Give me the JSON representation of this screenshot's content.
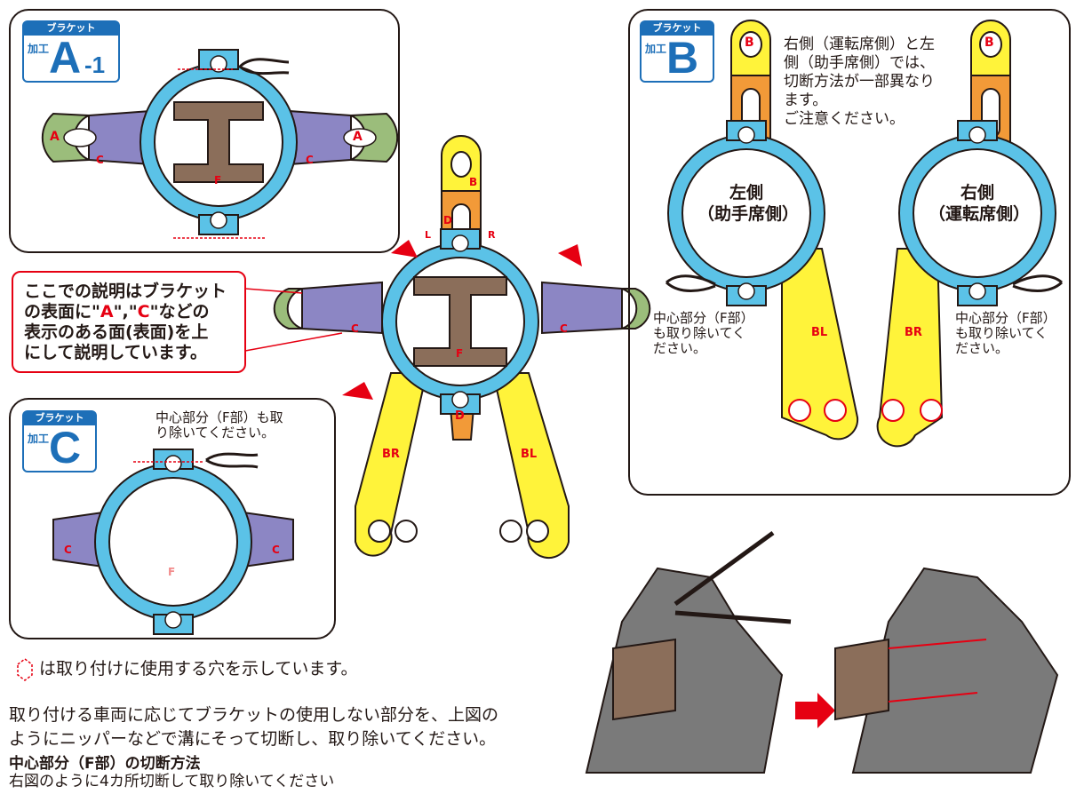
{
  "panel_a1": {
    "tag_header": "ブラケット",
    "tag_kako": "加工",
    "tag_letter": "A",
    "tag_sub": "-1"
  },
  "panel_b": {
    "tag_header": "ブラケット",
    "tag_kako": "加工",
    "tag_letter": "B",
    "note_lines": [
      "右側（運転席側）と左",
      "側（助手席側）では、",
      "切断方法が一部異なり",
      "ます。",
      "ご注意ください。"
    ],
    "left_label": [
      "左側",
      "（助手席側）"
    ],
    "right_label": [
      "右側",
      "（運転席側）"
    ],
    "left_center_note": [
      "中心部分（F部）",
      "も取り除いてく",
      "ださい。"
    ],
    "right_center_note": [
      "中心部分（F部）",
      "も取り除いてく",
      "ださい。"
    ]
  },
  "panel_c": {
    "tag_header": "ブラケット",
    "tag_kako": "加工",
    "tag_letter": "C",
    "note_lines": [
      "中心部分（F部）も取",
      "り除いてください。"
    ]
  },
  "callout": {
    "line1": "ここでの説明はブラケット",
    "line2a": "の表面に\"",
    "line2b": "A",
    "line2c": "\",\"",
    "line2d": "C",
    "line2e": "\"などの",
    "line3": "表示のある面(表面)を上",
    "line4": "にして説明しています。"
  },
  "part_labels": {
    "A": "A",
    "B": "B",
    "C": "C",
    "D": "D",
    "F": "F",
    "BR": "BR",
    "BL": "BL",
    "L": "L",
    "R": "R"
  },
  "bottom": {
    "hole_note": "は取り付けに使用する穴を示しています。",
    "para_line1": "取り付ける車両に応じてブラケットの使用しない部分を、上図の",
    "para_line2": "ようにニッパーなどで溝にそって切断し、取り除いてください。",
    "f_title": "中心部分（F部）の切断方法",
    "f_line": "右図のように4カ所切断して取り除いてください"
  },
  "colors": {
    "blue": "#5bc2e7",
    "purple": "#8c86c4",
    "green": "#9bbd7b",
    "brown": "#8b6e5a",
    "yellow": "#fff33a",
    "orange": "#f29a38",
    "red": "#e60012",
    "tagblue": "#1d6fb8",
    "gray": "#7a7a7a"
  }
}
